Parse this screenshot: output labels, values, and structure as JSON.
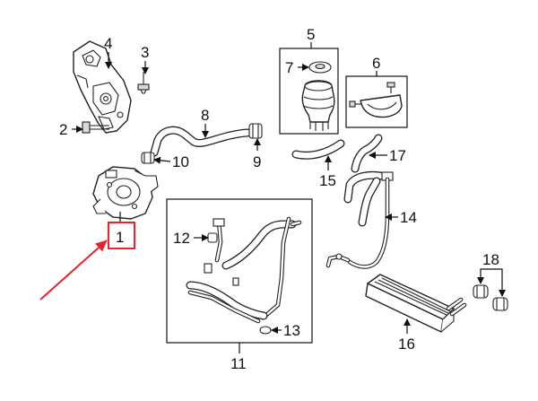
{
  "callouts": {
    "c1": "1",
    "c2": "2",
    "c3": "3",
    "c4": "4",
    "c5": "5",
    "c6": "6",
    "c7": "7",
    "c8": "8",
    "c9": "9",
    "c10": "10",
    "c11": "11",
    "c12": "12",
    "c13": "13",
    "c14": "14",
    "c15": "15",
    "c16": "16",
    "c17": "17",
    "c18": "18"
  },
  "highlight": {
    "color": "#e8232a",
    "target_callout": "1"
  }
}
